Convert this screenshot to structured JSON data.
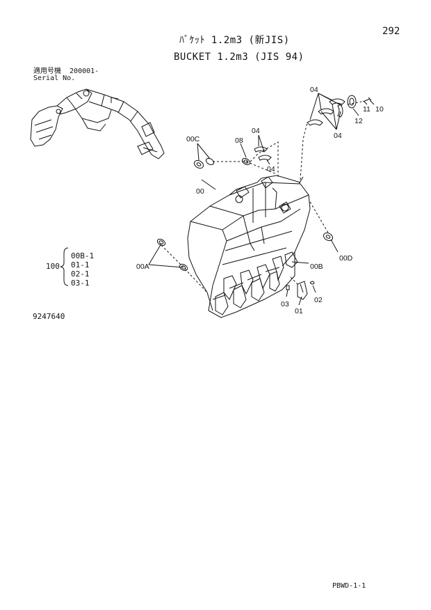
{
  "page": {
    "number": "292",
    "title_jp": "ﾊﾞｹｯﾄ 1.2m3 (新JIS)",
    "title_en": "BUCKET 1.2m3 (JIS 94)",
    "serial_label_jp": "適用号機  200001-",
    "serial_label_en": "Serial No.",
    "drawing_number": "9247640",
    "page_code": "PBWD-1-1"
  },
  "assembly": {
    "number": "100",
    "parts": [
      "00B-1",
      "01-1",
      "02-1",
      "03-1"
    ]
  },
  "callouts": {
    "c00": "00",
    "c00A": "00A",
    "c00B": "00B",
    "c00C": "00C",
    "c00D": "00D",
    "c01": "01",
    "c02": "02",
    "c03": "03",
    "c04_top": "04",
    "c04_right": "04",
    "c04_mid": "04",
    "c04_low": "04",
    "c08": "08",
    "c10": "10",
    "c11": "11",
    "c12": "12"
  }
}
